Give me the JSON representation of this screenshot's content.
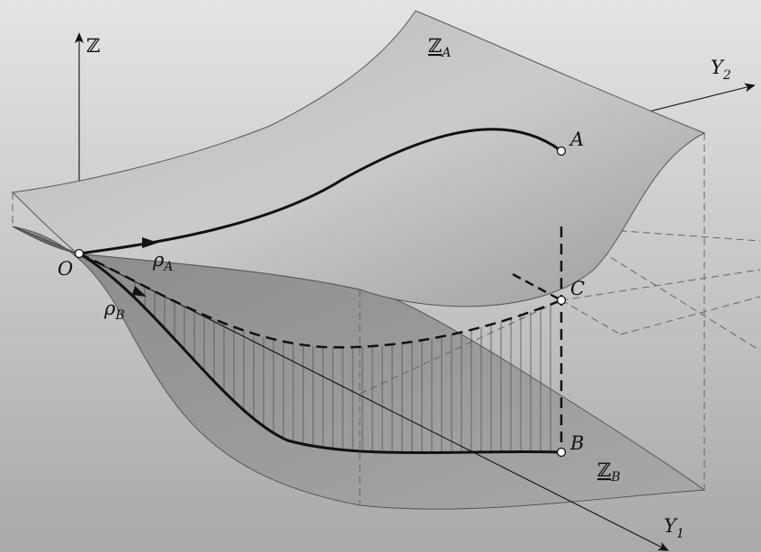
{
  "diagram": {
    "labels": {
      "z_axis": "ℤ",
      "y1_axis": "Y",
      "y1_sub": "1",
      "y2_axis": "Y",
      "y2_sub": "2",
      "origin": "O",
      "surface_a": "ℤ",
      "surface_a_sub": "A",
      "surface_b": "ℤ",
      "surface_b_sub": "B",
      "point_a": "A",
      "point_b": "B",
      "point_c": "C",
      "path_a": "ρ",
      "path_a_sub": "A",
      "path_b": "ρ",
      "path_b_sub": "B"
    }
  }
}
